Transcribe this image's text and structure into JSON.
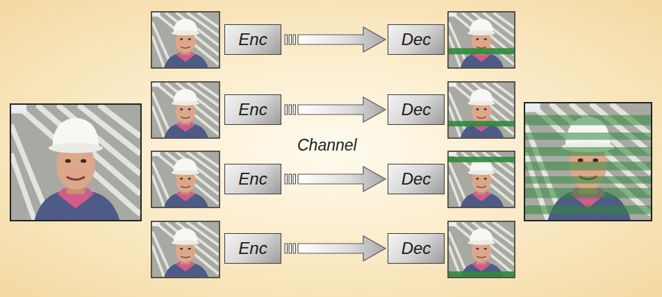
{
  "diagram": {
    "nodes": [
      {
        "text": [
          "Enc"
        ]
      },
      {
        "text": [
          "Dec"
        ]
      },
      {
        "text": [
          "Enc"
        ]
      },
      {
        "text": [
          "Dec"
        ]
      },
      {
        "text": [
          "Enc"
        ]
      },
      {
        "text": [
          "Dec"
        ]
      },
      {
        "text": [
          "Enc"
        ]
      },
      {
        "text": [
          "Dec"
        ]
      }
    ],
    "edges": [
      {
        "from": 0,
        "to": 1,
        "arrow": "to"
      },
      {
        "from": 2,
        "to": 3,
        "arrow": "to"
      },
      {
        "from": 4,
        "to": 5,
        "arrow": "to"
      },
      {
        "from": 6,
        "to": 7,
        "arrow": "to"
      }
    ],
    "labels": [
      "Channel"
    ]
  }
}
